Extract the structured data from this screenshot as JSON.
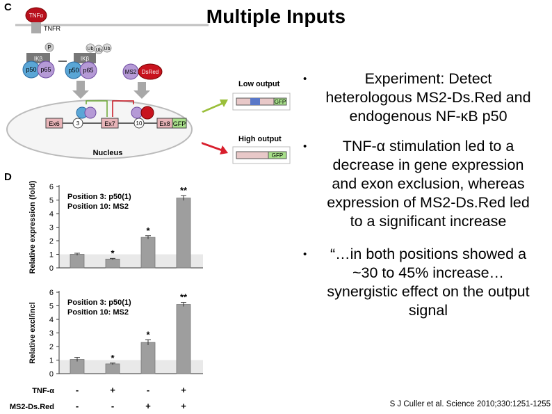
{
  "slide": {
    "title": "Multiple Inputs",
    "bullets": [
      "Experiment: Detect heterologous MS2-Ds.Red and endogenous NF-κB p50",
      "TNF-α stimulation led to a decrease in gene expression and exon exclusion, whereas expression of MS2-Ds.Red led to a significant increase",
      "“…in both positions showed a ~30 to 45% increase…synergistic effect on the output signal"
    ],
    "citation": "S J Culler et al. Science 2010;330:1251-1255"
  },
  "diagram": {
    "panel_label": "C",
    "tnfr": "TNFR",
    "tnfa": "TNFα",
    "p_label": "P",
    "ikb": "IKβ",
    "ub": "Ub",
    "p50": "p50",
    "p65": "p65",
    "ms2": "MS2",
    "dsred": "DsRed",
    "exon_left": "Ex6",
    "site_left": "3",
    "exon_mid": "Ex7",
    "site_right": "10",
    "exon_right": "Ex8",
    "gfp": "GFP",
    "nucleus": "Nucleus",
    "low_output": "Low output",
    "high_output": "High output"
  },
  "charts": {
    "panel_label": "D",
    "row_labels": [
      "TNF-α",
      "MS2-Ds.Red"
    ],
    "conditions": [
      {
        "tnf": "-",
        "ms2": "-"
      },
      {
        "tnf": "+",
        "ms2": "-"
      },
      {
        "tnf": "-",
        "ms2": "+"
      },
      {
        "tnf": "+",
        "ms2": "+"
      }
    ]
  },
  "chart_data": [
    {
      "type": "bar",
      "ylabel": "Relative expression (fold)",
      "legend": [
        "Position 3:   p50(1)",
        "Position 10: MS2"
      ],
      "ylim": [
        0,
        6
      ],
      "yticks": [
        0,
        1,
        2,
        3,
        4,
        5,
        6
      ],
      "values": [
        1.0,
        0.65,
        2.25,
        5.15
      ],
      "errors": [
        0.08,
        0.05,
        0.12,
        0.18
      ],
      "annotations": [
        "",
        "*",
        "*",
        "**"
      ],
      "baseline": 1
    },
    {
      "type": "bar",
      "ylabel": "Relative excl/incl",
      "legend": [
        "Position 3:   p50(1)",
        "Position 10: MS2"
      ],
      "ylim": [
        0,
        6
      ],
      "yticks": [
        0,
        1,
        2,
        3,
        4,
        5,
        6
      ],
      "values": [
        1.05,
        0.72,
        2.3,
        5.1
      ],
      "errors": [
        0.15,
        0.06,
        0.2,
        0.15
      ],
      "annotations": [
        "",
        "*",
        "*",
        "**"
      ],
      "baseline": 1
    }
  ]
}
